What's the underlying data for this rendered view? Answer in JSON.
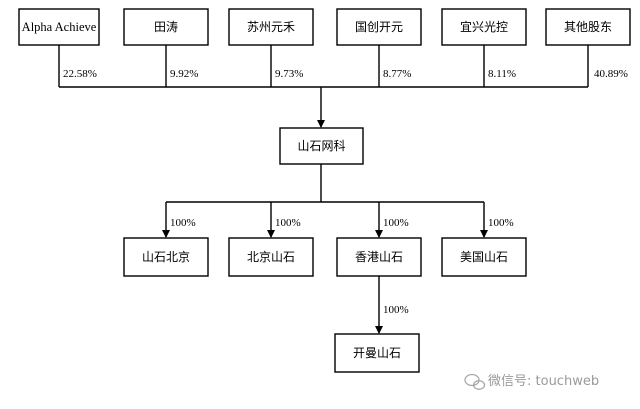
{
  "shareholders": [
    {
      "name": "Alpha Achieve",
      "percent": "22.58%"
    },
    {
      "name": "田涛",
      "percent": "9.92%"
    },
    {
      "name": "苏州元禾",
      "percent": "9.73%"
    },
    {
      "name": "国创开元",
      "percent": "8.77%"
    },
    {
      "name": "宜兴光控",
      "percent": "8.11%"
    },
    {
      "name": "其他股东",
      "percent": "40.89%"
    }
  ],
  "company": {
    "name": "山石网科"
  },
  "subsidiaries": [
    {
      "name": "山石北京",
      "percent": "100%"
    },
    {
      "name": "北京山石",
      "percent": "100%"
    },
    {
      "name": "香港山石",
      "percent": "100%"
    },
    {
      "name": "美国山石",
      "percent": "100%"
    }
  ],
  "sub_subsidiary": {
    "name": "开曼山石",
    "percent": "100%"
  },
  "watermark": {
    "text": "微信号: touchweb"
  }
}
